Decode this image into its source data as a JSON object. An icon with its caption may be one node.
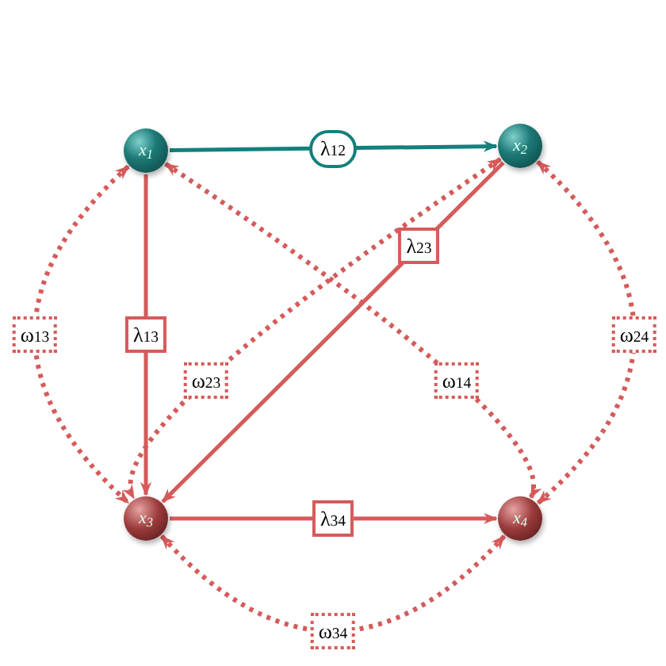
{
  "diagram": {
    "nodes": [
      {
        "text": [
          "x$_{1}$"
        ]
      },
      {
        "text": [
          "x$_{2}$"
        ]
      },
      {
        "text": [
          "x$_{3}$"
        ]
      },
      {
        "text": [
          "x$_{4}$"
        ]
      }
    ],
    "edges": [
      {
        "from": 0,
        "to": 1,
        "arrow": "to",
        "label": "λ$_{12}$",
        "color": "#13807c"
      },
      {
        "from": 0,
        "to": 2,
        "arrow": "to",
        "label": "λ$_{13}$"
      },
      {
        "from": 1,
        "to": 2,
        "arrow": "to",
        "label": "λ$_{23}$"
      },
      {
        "from": 2,
        "to": 3,
        "arrow": "to",
        "label": "λ$_{34}$"
      },
      {
        "from": 0,
        "to": 2,
        "arrow": "both",
        "label": "ω$_{13}$",
        "style": "dashed"
      },
      {
        "from": 1,
        "to": 2,
        "arrow": "both",
        "label": "ω$_{23}$",
        "style": "dashed"
      },
      {
        "from": 0,
        "to": 3,
        "arrow": "both",
        "label": "ω$_{14}$",
        "style": "dashed"
      },
      {
        "from": 1,
        "to": 3,
        "arrow": "both",
        "label": "ω$_{24}$",
        "style": "dashed"
      },
      {
        "from": 2,
        "to": 3,
        "arrow": "both",
        "label": "ω$_{34}$",
        "style": "dashed"
      }
    ]
  }
}
